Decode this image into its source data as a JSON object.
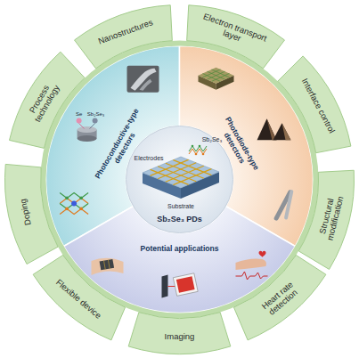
{
  "diagram": {
    "nodes": [
      {
        "text": [
          "Nanostructures"
        ]
      },
      {
        "text": [
          "Electron transport layer"
        ]
      },
      {
        "text": [
          "Process technology"
        ]
      },
      {
        "text": [
          "Interface control"
        ]
      },
      {
        "text": [
          "Photoconductive-type detectors"
        ]
      },
      {
        "text": [
          "Photodiode-type detectors"
        ]
      },
      {
        "text": [
          "Sb₂Se₃ PDs"
        ]
      },
      {
        "text": [
          "Doping"
        ]
      },
      {
        "text": [
          "Structural modification"
        ]
      },
      {
        "text": [
          "Potential applications"
        ]
      },
      {
        "text": [
          "Flexible device"
        ]
      },
      {
        "text": [
          "Heart rate detection"
        ]
      },
      {
        "text": [
          "Imaging"
        ]
      }
    ],
    "labels": [
      "Se",
      "Sb₂Se₃",
      "Electrodes",
      "Sb₂Se₃",
      "Substrate"
    ]
  }
}
